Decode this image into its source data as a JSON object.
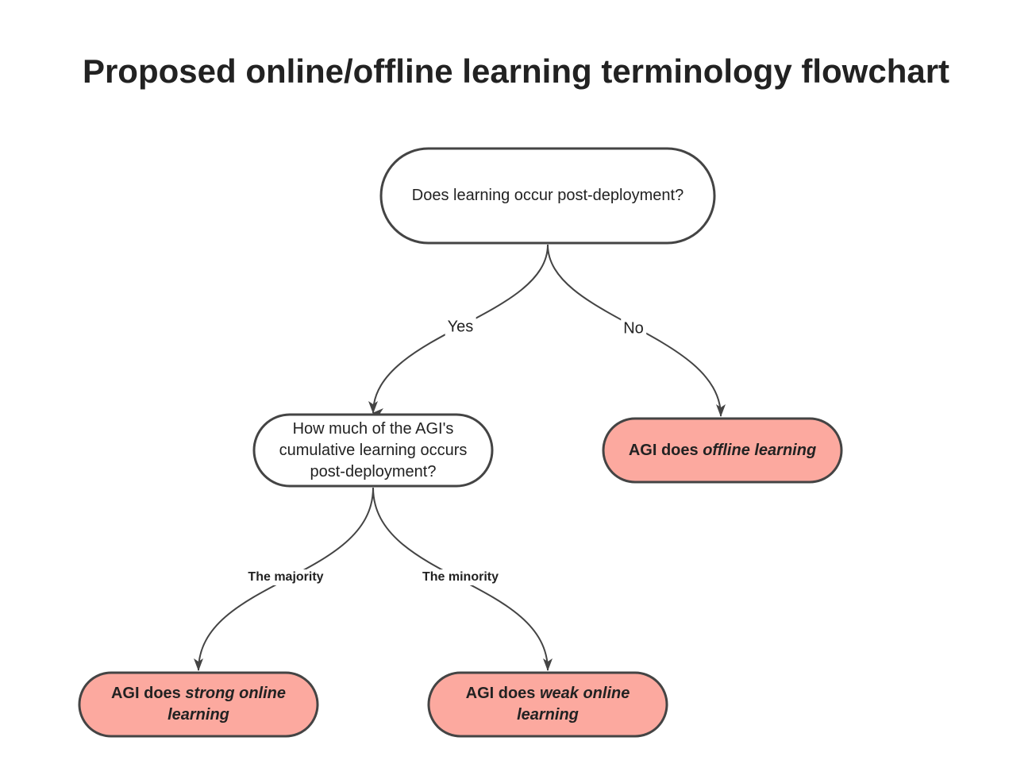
{
  "title": "Proposed online/offline learning terminology flowchart",
  "colors": {
    "terminal_fill": "#fca99f",
    "stroke": "#444444"
  },
  "nodes": {
    "q1": "Does learning occur post-deployment?",
    "q2": "How much of the AGI's cumulative learning occurs post-deployment?",
    "offline": {
      "prefix": "AGI does ",
      "emph": "offline learning"
    },
    "strong": {
      "prefix": "AGI does ",
      "emph": "strong online learning"
    },
    "weak": {
      "prefix": "AGI does ",
      "emph": "weak online learning"
    }
  },
  "edges": {
    "yes": "Yes",
    "no": "No",
    "majority": "The majority",
    "minority": "The minority"
  }
}
